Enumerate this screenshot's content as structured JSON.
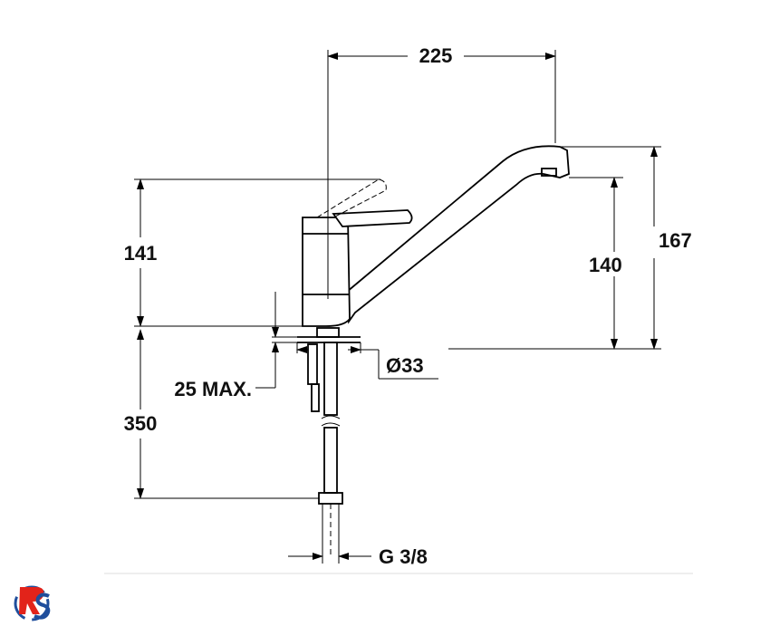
{
  "dimensions": {
    "spout_reach": "225",
    "total_height": "167",
    "spout_height": "140",
    "body_height": "141",
    "hose_length": "350",
    "max_counter_thickness": "25 MAX.",
    "hole_diameter": "Ø33",
    "thread": "G 3/8"
  },
  "colors": {
    "line": "#000000",
    "background": "#ffffff",
    "logo_red": "#e2231a",
    "logo_blue": "#1f4e9c"
  },
  "logo": {
    "icon": "rs-logo-icon"
  }
}
